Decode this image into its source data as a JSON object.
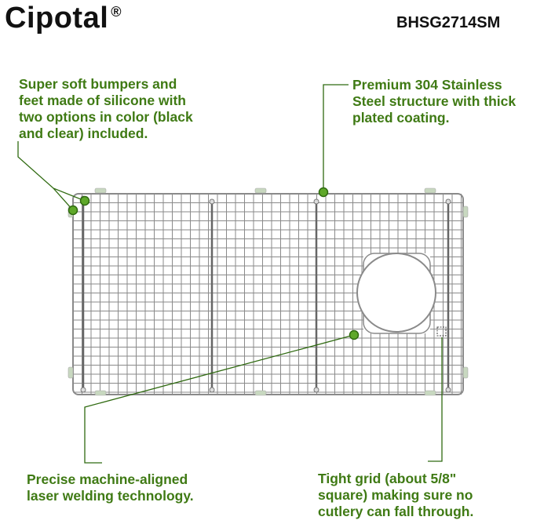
{
  "header": {
    "brand": "Cipotal",
    "brand_mark": "®",
    "model": "BHSG2714SM"
  },
  "callouts": {
    "bumpers": [
      "Super soft bumpers and",
      "feet made of silicone with",
      "two options in color (black",
      "and clear) included."
    ],
    "steel": [
      "Premium 304 Stainless",
      "Steel structure with thick",
      "plated coating."
    ],
    "welding": [
      "Precise machine-aligned",
      "laser welding technology."
    ],
    "grid": [
      "Tight grid (about 5/8\"",
      "square) making sure no",
      "cutlery can fall through."
    ]
  },
  "colors": {
    "callout_text": "#3f7a14",
    "leader_line": "#2f6a10",
    "wire": "#8a8a8a",
    "bumper": "#c8d8c0",
    "dot": "#5fa82a"
  }
}
